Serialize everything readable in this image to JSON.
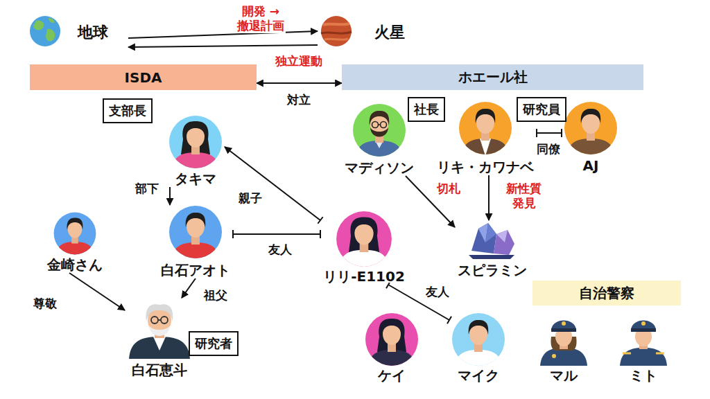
{
  "diagram": {
    "nodes": [
      {
        "text": [
          "地球"
        ]
      },
      {
        "text": [
          "火星"
        ]
      },
      {
        "text": [
          "ISDA"
        ]
      },
      {
        "text": [
          "ホエール社"
        ]
      },
      {
        "text": [
          "支部長"
        ]
      },
      {
        "text": [
          "タキマ"
        ]
      },
      {
        "text": [
          "社長"
        ]
      },
      {
        "text": [
          "研究員"
        ]
      },
      {
        "text": [
          "マディソン"
        ]
      },
      {
        "text": [
          "リキ・カワナベ"
        ]
      },
      {
        "text": [
          "AJ"
        ]
      },
      {
        "text": [
          "金崎さん"
        ]
      },
      {
        "text": [
          "白石アオト"
        ]
      },
      {
        "text": [
          "リリ-E1102"
        ]
      },
      {
        "text": [
          "スピラミン"
        ]
      },
      {
        "text": [
          "自治警察"
        ]
      },
      {
        "text": [
          "白石恵斗"
        ]
      },
      {
        "text": [
          "研究者"
        ]
      },
      {
        "text": [
          "ケイ"
        ]
      },
      {
        "text": [
          "マイク"
        ]
      },
      {
        "text": [
          "マル"
        ]
      },
      {
        "text": [
          "ミト"
        ]
      }
    ],
    "edges": [
      {
        "from": 0,
        "to": 1,
        "label": "開発 →撤退計画",
        "arrow": "to"
      },
      {
        "from": 1,
        "to": 0,
        "label": "独立運動",
        "arrow": "to"
      },
      {
        "from": 2,
        "to": 3,
        "label": "対立",
        "arrow": "both"
      },
      {
        "from": 5,
        "to": 12,
        "label": "部下",
        "arrow": "to"
      },
      {
        "from": 13,
        "to": 5,
        "label": "親子",
        "arrow": "to"
      },
      {
        "from": 12,
        "to": 13,
        "label": "友人",
        "arrow": "none"
      },
      {
        "from": 9,
        "to": 10,
        "label": "同僚",
        "arrow": "none"
      },
      {
        "from": 8,
        "to": 14,
        "label": "切札",
        "arrow": "to"
      },
      {
        "from": 9,
        "to": 14,
        "label": "新性質 発見",
        "arrow": "to"
      },
      {
        "from": 11,
        "to": 16,
        "label": "尊敬",
        "arrow": "to"
      },
      {
        "from": 12,
        "to": 16,
        "label": "祖父",
        "arrow": "to"
      },
      {
        "from": 13,
        "to": 19,
        "label": "友人",
        "arrow": "none"
      }
    ]
  }
}
